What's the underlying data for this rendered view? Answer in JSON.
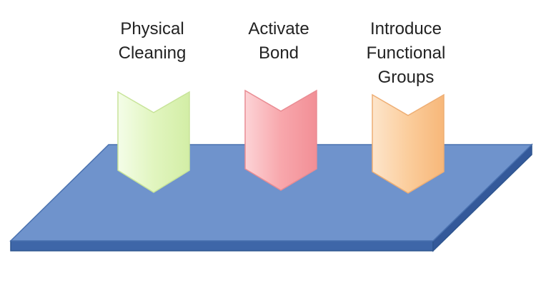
{
  "steps": [
    {
      "lines": [
        "Physical",
        "Cleaning"
      ],
      "color": "#e3f7c5",
      "icon": "chevron-down-icon"
    },
    {
      "lines": [
        "Activate",
        "Bond"
      ],
      "color": "#f9a9ae",
      "icon": "chevron-down-icon"
    },
    {
      "lines": [
        "Introduce",
        "Functional",
        "Groups"
      ],
      "color": "#fbcfa2",
      "icon": "chevron-down-icon"
    }
  ],
  "colors": {
    "plate_top": "#6f93cc",
    "plate_edge": "#3e66a8",
    "plate_stroke": "#2f568f"
  }
}
